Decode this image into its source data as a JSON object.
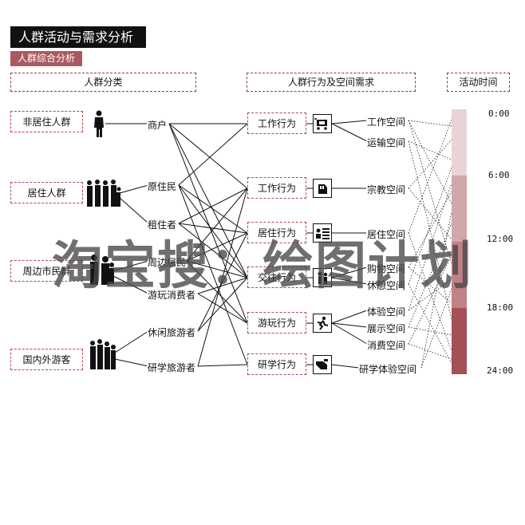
{
  "title": "人群活动与需求分析",
  "subtitle": "人群综合分析",
  "headers": {
    "groups": "人群分类",
    "behaviors": "人群行为及空间需求",
    "time": "活动时间"
  },
  "groups": [
    "非居住人群",
    "居住人群",
    "周边市民群",
    "国内外游客"
  ],
  "subgroups": [
    "商户",
    "原住民",
    "租住者",
    "周边居民",
    "游玩消费者",
    "休闲旅游者",
    "研学旅游者"
  ],
  "behaviors": [
    "工作行为",
    "工作行为",
    "居住行为",
    "交往行为",
    "游玩行为",
    "研学行为"
  ],
  "spaces": [
    "工作空间",
    "运输空间",
    "宗教空间",
    "居住空间",
    "购物空间",
    "休憩空间",
    "体验空间",
    "展示空间",
    "消费空间",
    "研学体验空间"
  ],
  "time_ticks": [
    "0:00",
    "6:00",
    "12:00",
    "18:00",
    "24:00"
  ],
  "time_bar_colors": [
    "#e9d4d5",
    "#d2a7aa",
    "#c08286",
    "#a64f56"
  ],
  "icons": [
    "person-silhouette-icon",
    "group-silhouette-icon",
    "cart-icon",
    "handshake-icon",
    "home-list-icon",
    "people-icon",
    "running-icon",
    "hand-icon"
  ],
  "watermark": "淘宝搜：绘图计划"
}
